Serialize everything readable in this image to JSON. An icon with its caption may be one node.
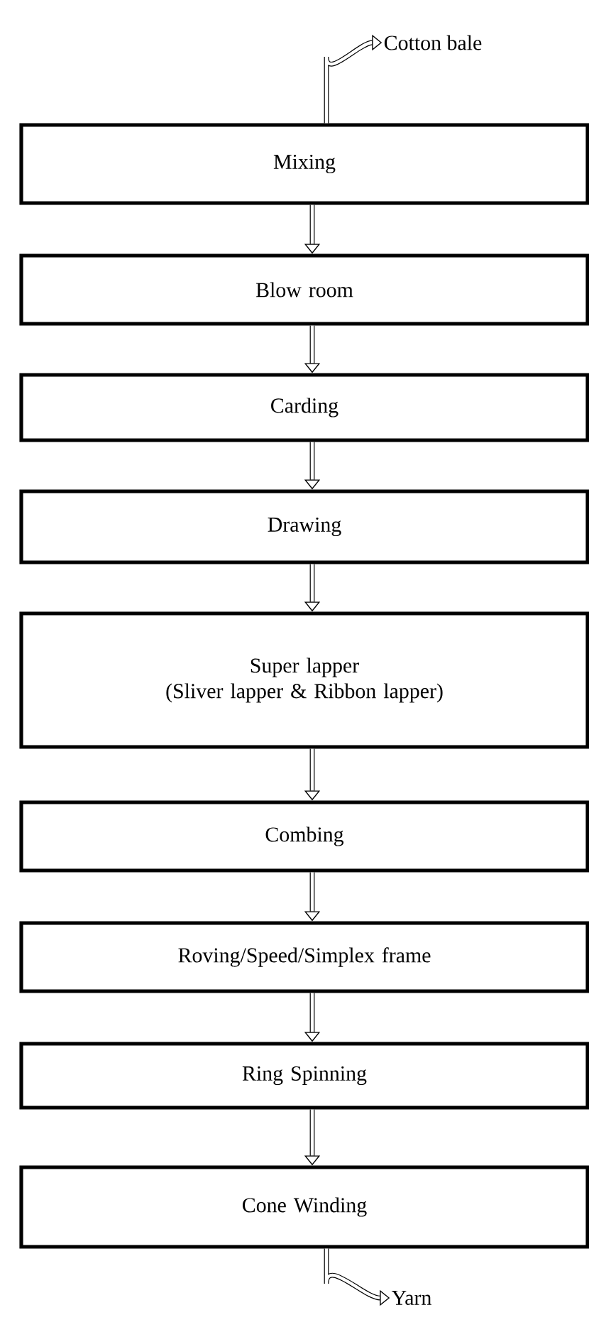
{
  "diagram": {
    "nodes": [
      {
        "text": [
          "Cotton bale"
        ]
      },
      {
        "text": [
          "Mixing"
        ]
      },
      {
        "text": [
          "Blow room"
        ]
      },
      {
        "text": [
          "Carding"
        ]
      },
      {
        "text": [
          "Drawing"
        ]
      },
      {
        "text": [
          "Super lapper",
          "(Sliver lapper & Ribbon lapper)"
        ]
      },
      {
        "text": [
          "Combing"
        ]
      },
      {
        "text": [
          "Roving/Speed/Simplex frame"
        ]
      },
      {
        "text": [
          "Ring Spinning"
        ]
      },
      {
        "text": [
          "Cone Winding"
        ]
      },
      {
        "text": [
          "Yarn"
        ]
      }
    ],
    "edges": [
      {
        "from": 1,
        "to": 0,
        "arrow": "to"
      },
      {
        "from": 1,
        "to": 2,
        "arrow": "to"
      },
      {
        "from": 2,
        "to": 3,
        "arrow": "to"
      },
      {
        "from": 3,
        "to": 4,
        "arrow": "to"
      },
      {
        "from": 4,
        "to": 5,
        "arrow": "to"
      },
      {
        "from": 5,
        "to": 6,
        "arrow": "to"
      },
      {
        "from": 6,
        "to": 7,
        "arrow": "to"
      },
      {
        "from": 7,
        "to": 8,
        "arrow": "to"
      },
      {
        "from": 8,
        "to": 9,
        "arrow": "to"
      },
      {
        "from": 9,
        "to": 10,
        "arrow": "to"
      }
    ]
  }
}
